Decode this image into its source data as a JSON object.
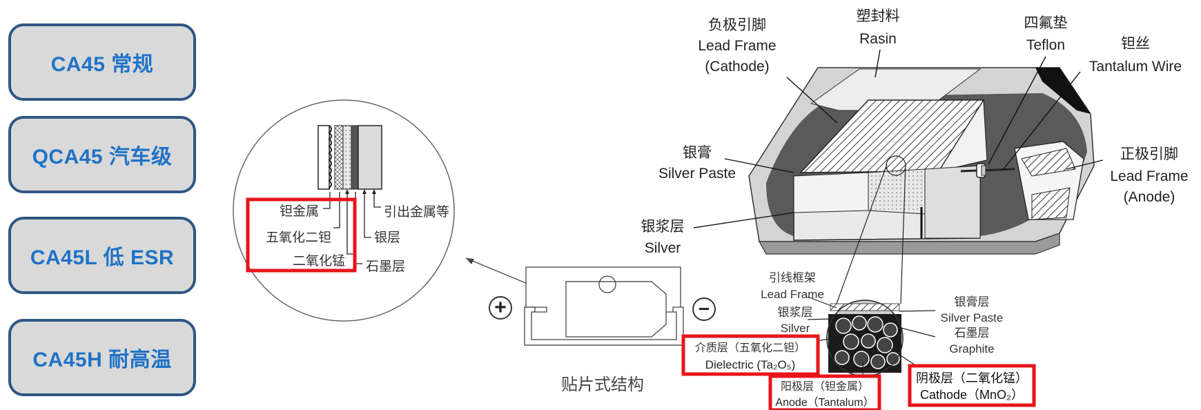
{
  "sidebar": {
    "items": [
      {
        "label": "CA45 常规"
      },
      {
        "label": "QCA45 汽车级"
      },
      {
        "label": "CA45L 低 ESR"
      },
      {
        "label": "CA45H 耐高温"
      }
    ]
  },
  "left_diagram": {
    "labels": {
      "tantalum_metal": "钽金属",
      "ta2o5": "五氧化二钽",
      "mno2": "二氧化锰",
      "lead_out": "引出金属等",
      "silver": "银层",
      "graphite": "石墨层"
    },
    "plus": "+",
    "minus": "−",
    "caption": "贴片式结构"
  },
  "main_diagram": {
    "resin": {
      "cn": "塑封料",
      "en": "Rasin"
    },
    "cathode_frame": {
      "cn": "负极引脚",
      "en1": "Lead Frame",
      "en2": "(Cathode)"
    },
    "teflon": {
      "cn": "四氟垫",
      "en": "Teflon"
    },
    "ta_wire": {
      "cn": "钽丝",
      "en": "Tantalum Wire"
    },
    "silver_paste": {
      "cn": "银膏",
      "en": "Silver Paste"
    },
    "anode_frame": {
      "cn": "正极引脚",
      "en1": "Lead Frame",
      "en2": "(Anode)"
    },
    "silver_layer": {
      "cn": "银浆层",
      "en": "Silver"
    }
  },
  "inset": {
    "lead_frame": {
      "cn": "引线框架",
      "en": "Lead Frame"
    },
    "silver": {
      "cn": "银浆层",
      "en": "Silver"
    },
    "silver_paste": {
      "cn": "银膏层",
      "en": "Silver Paste"
    },
    "graphite": {
      "cn": "石墨层",
      "en": "Graphite"
    },
    "dielectric": {
      "cn": "介质层（五氧化二钽）",
      "en": "Dielectric (Ta₂O₅)"
    },
    "anode": {
      "cn": "阳极层（钽金属）",
      "en": "Anode（Tantalum）"
    },
    "cathode": {
      "cn": "阴极层（二氧化锰）",
      "en": "Cathode（MnO₂）"
    }
  },
  "colors": {
    "button_fill": "#d9d9d9",
    "button_border": "#2f5684",
    "button_text": "#1f72c6",
    "highlight_red": "#e8141b"
  }
}
